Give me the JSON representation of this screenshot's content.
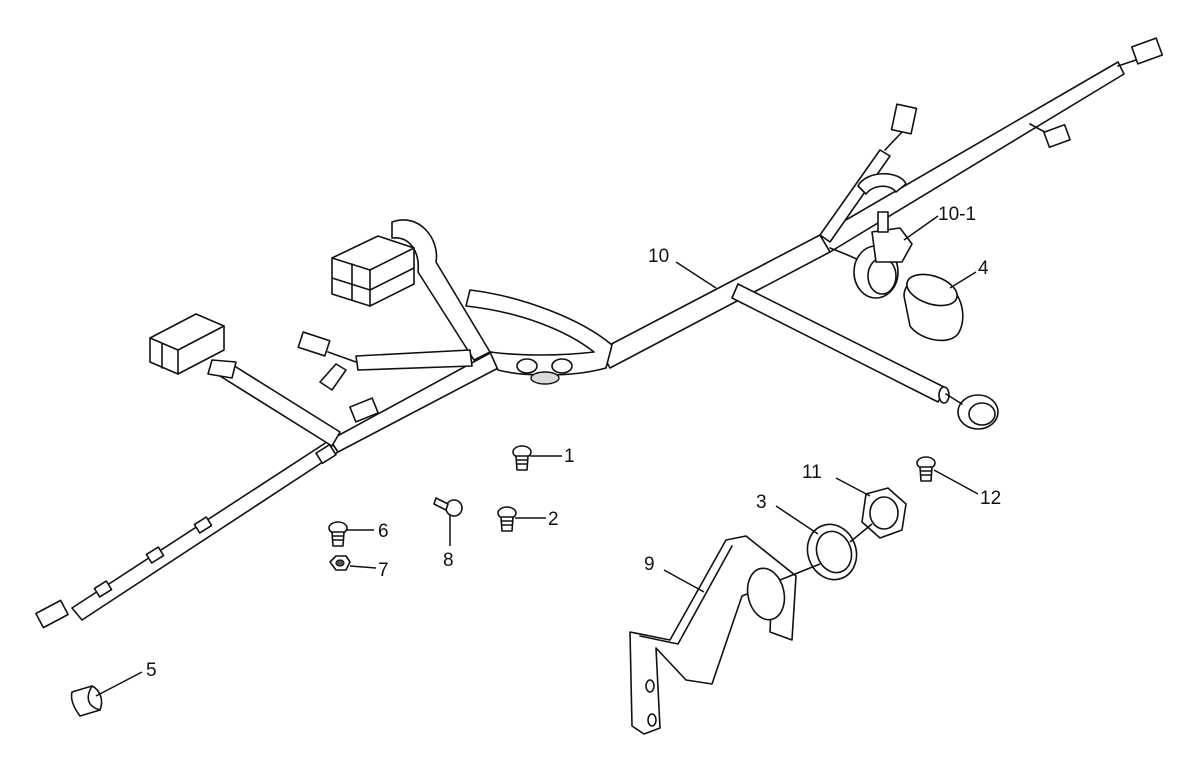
{
  "callouts": {
    "c1": "1",
    "c2": "2",
    "c3": "3",
    "c4": "4",
    "c5": "5",
    "c6": "6",
    "c7": "7",
    "c8": "8",
    "c9": "9",
    "c10": "10",
    "c10_1": "10-1",
    "c11": "11",
    "c12": "12"
  }
}
